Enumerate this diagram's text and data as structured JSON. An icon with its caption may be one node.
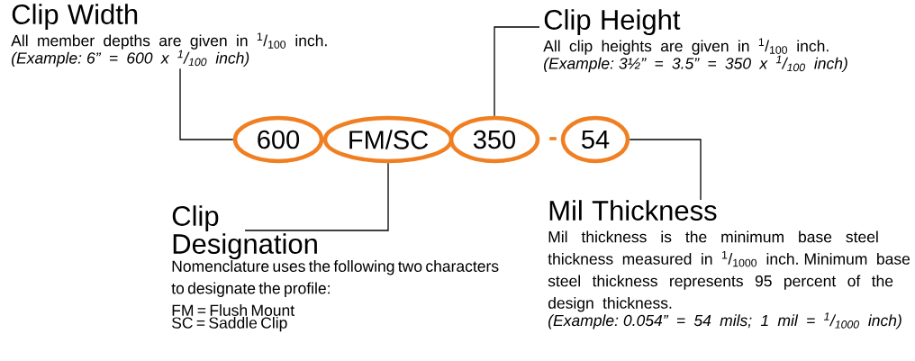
{
  "diagram": {
    "nodes": [
      {
        "text": [
          "Clip Width",
          "All member depths are given in $^{1}$/$_{100}$ inch.",
          "(Example: 6” = 600 x $^{1}$/$_{100}$ inch)"
        ]
      },
      {
        "text": [
          "Clip Height",
          "All clip heights are given in $^{1}$/$_{100}$ inch.",
          "(Example: 3½” = 3.5” = 350 x $^{1}$/$_{100}$ inch)"
        ]
      },
      {
        "text": [
          "600"
        ]
      },
      {
        "text": [
          "FM/SC"
        ]
      },
      {
        "text": [
          "350"
        ]
      },
      {
        "text": [
          "54"
        ]
      },
      {
        "text": [
          "Clip Designation",
          "Nomenclature uses the following two characters to designate the profile:",
          "FM = Flush Mount",
          "SC = Saddle Clip"
        ]
      },
      {
        "text": [
          "Mil Thickness",
          "Mil thickness is the minimum base steel thickness measured in $^{1}$/$_{1000}$ inch. Minimum base steel thickness represents 95 percent of the design thickness.",
          "(Example: 0.054” = 54 mils; 1 mil = $^{1}$/$_{1000}$ inch)"
        ]
      }
    ],
    "edges": [
      {
        "from": 0,
        "to": 2,
        "arrow": "none"
      },
      {
        "from": 1,
        "to": 4,
        "arrow": "none"
      },
      {
        "from": 6,
        "to": 3,
        "arrow": "none"
      },
      {
        "from": 7,
        "to": 5,
        "arrow": "none"
      }
    ],
    "labels": [
      "-"
    ]
  }
}
